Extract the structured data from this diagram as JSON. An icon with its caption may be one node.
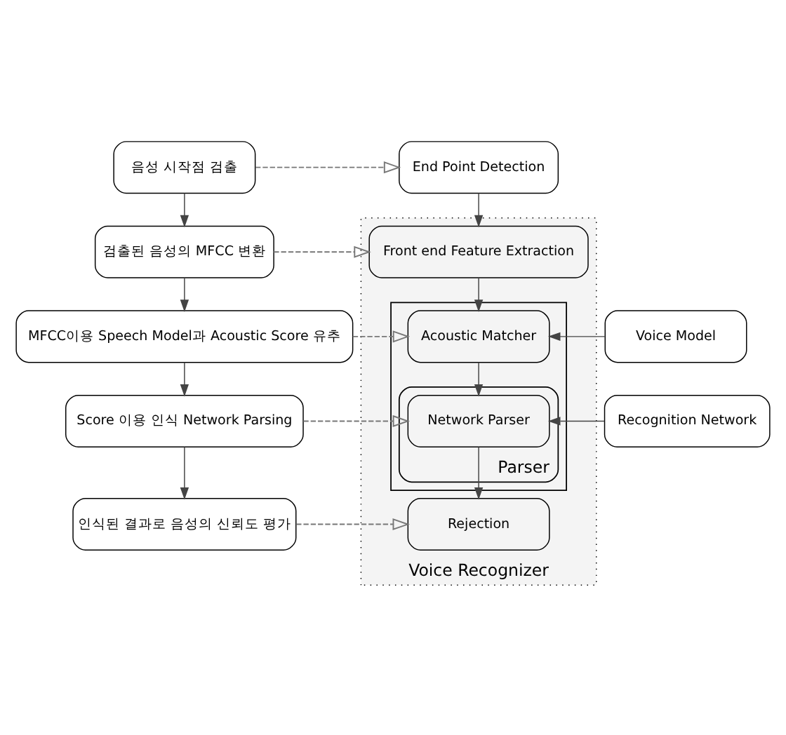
{
  "diagram": {
    "nodes": [
      {
        "text": [
          "음성 시작점 검출"
        ]
      },
      {
        "text": [
          "검출된 음성의 MFCC 변환"
        ]
      },
      {
        "text": [
          "MFCC이용 Speech Model과 Acoustic Score 유추"
        ]
      },
      {
        "text": [
          "Score 이용 인식 Network Parsing"
        ]
      },
      {
        "text": [
          "인식된 결과로 음성의 신뢰도 평가"
        ]
      },
      {
        "text": [
          "End Point Detection"
        ]
      },
      {
        "text": [
          "Voice Recognizer"
        ]
      },
      {
        "text": [
          "Front end Feature Extraction"
        ],
        "in": 6
      },
      {
        "text": [],
        "shape": "box",
        "in": 6
      },
      {
        "text": [
          "Acoustic Matcher"
        ],
        "in": 8
      },
      {
        "text": [
          "Parser"
        ],
        "in": 8
      },
      {
        "text": [
          "Network Parser"
        ],
        "in": 10
      },
      {
        "text": [
          "Rejection"
        ],
        "in": 6
      },
      {
        "text": [
          "Voice Model"
        ]
      },
      {
        "text": [
          "Recognition Network"
        ]
      }
    ],
    "edges": [
      {
        "from": 0,
        "to": 1,
        "arrow": "to"
      },
      {
        "from": 1,
        "to": 2,
        "arrow": "to"
      },
      {
        "from": 2,
        "to": 3,
        "arrow": "to"
      },
      {
        "from": 3,
        "to": 4,
        "arrow": "to"
      },
      {
        "from": 0,
        "to": 5,
        "arrow": "to",
        "style": "dashed"
      },
      {
        "from": 1,
        "to": 7,
        "arrow": "to",
        "style": "dashed"
      },
      {
        "from": 2,
        "to": 9,
        "arrow": "to",
        "style": "dashed"
      },
      {
        "from": 3,
        "to": 11,
        "arrow": "to",
        "style": "dashed"
      },
      {
        "from": 4,
        "to": 12,
        "arrow": "to",
        "style": "dashed"
      },
      {
        "from": 5,
        "to": 7,
        "arrow": "to"
      },
      {
        "from": 7,
        "to": 9,
        "arrow": "to"
      },
      {
        "from": 9,
        "to": 11,
        "arrow": "to"
      },
      {
        "from": 11,
        "to": 12,
        "arrow": "to"
      },
      {
        "from": 13,
        "to": 9,
        "arrow": "to"
      },
      {
        "from": 14,
        "to": 11,
        "arrow": "to"
      }
    ]
  }
}
